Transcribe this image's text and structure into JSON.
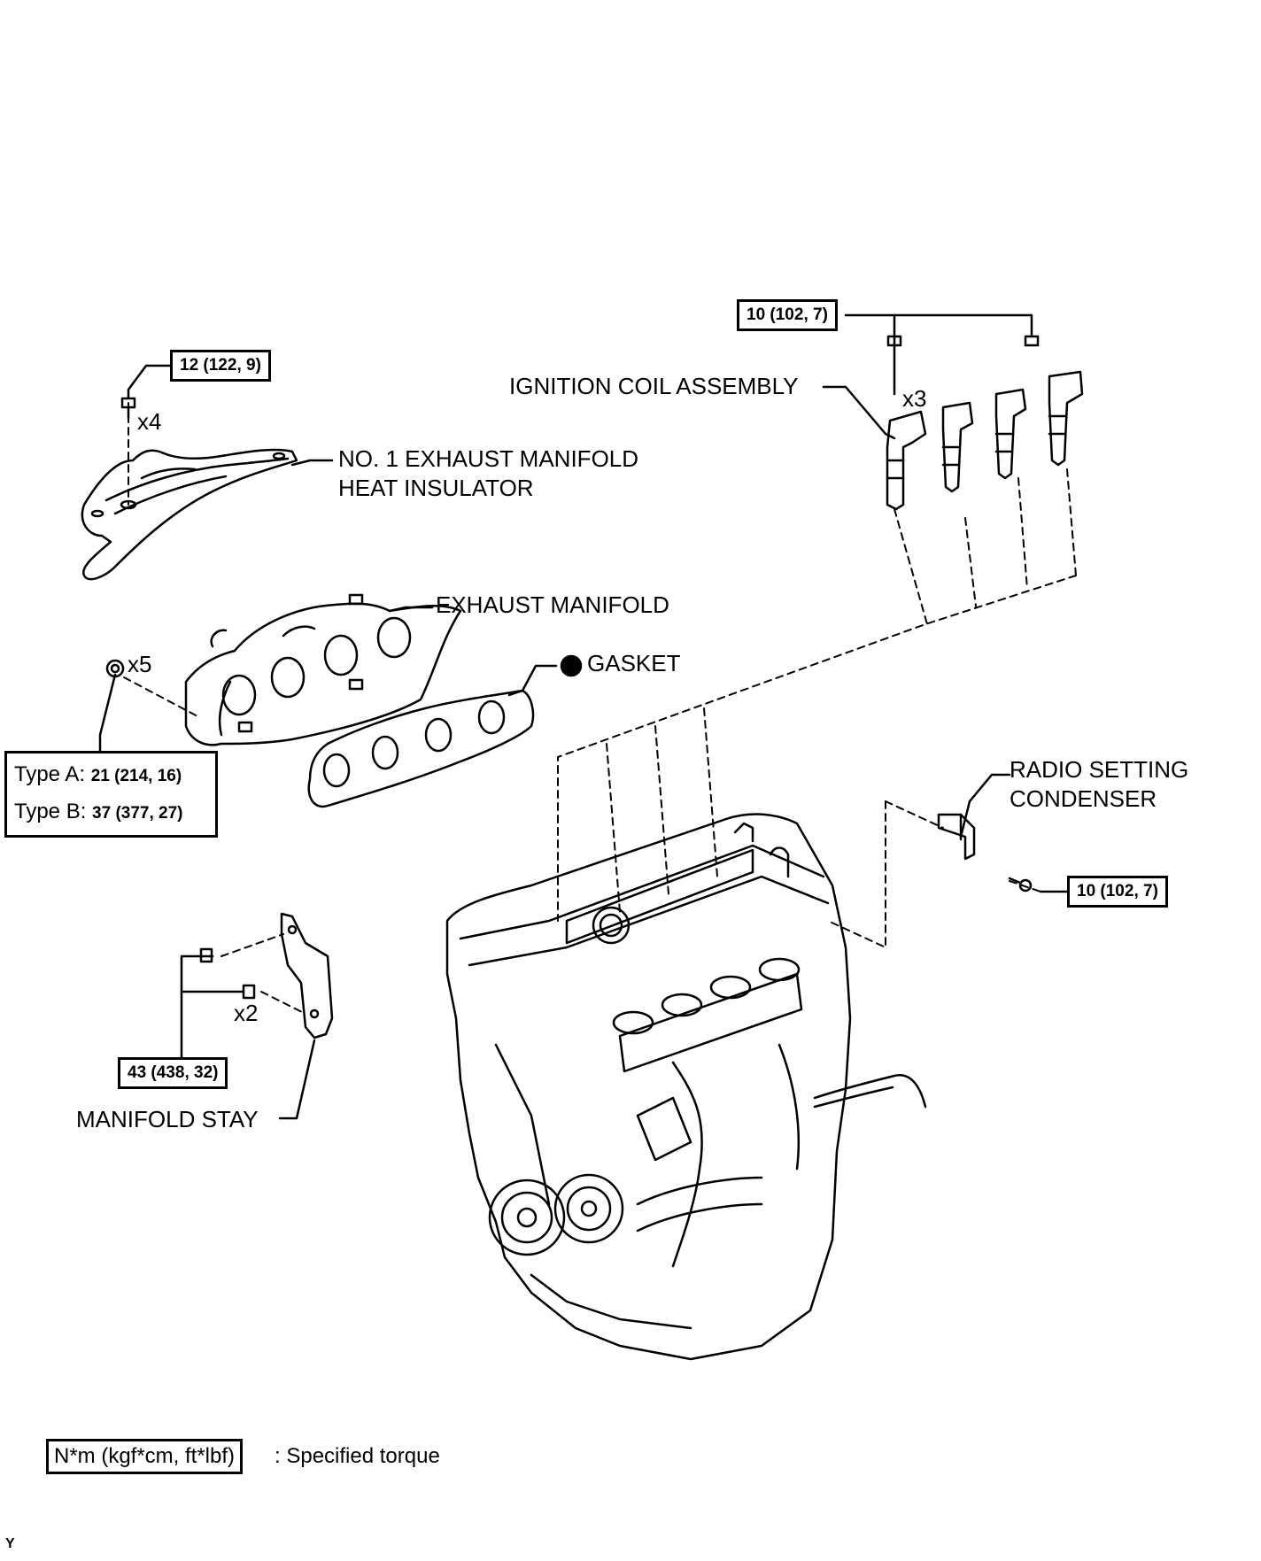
{
  "torque": {
    "heat_insulator_bolt": "12 (122, 9)",
    "ignition_coil_bolt": "10 (102, 7)",
    "condenser_bolt": "10 (102, 7)",
    "manifold_stay_bolt": "43 (438, 32)"
  },
  "quantities": {
    "heat_insulator_bolts": "x4",
    "ignition_coil_bolts": "x3",
    "manifold_nuts": "x5",
    "stay_bolts": "x2"
  },
  "labels": {
    "ignition_coil": "IGNITION COIL ASSEMBLY",
    "heat_insulator_line1": "NO. 1 EXHAUST MANIFOLD",
    "heat_insulator_line2": "HEAT INSULATOR",
    "exhaust_manifold": "EXHAUST MANIFOLD",
    "gasket": "GASKET",
    "radio_condenser_line1": "RADIO SETTING",
    "radio_condenser_line2": "CONDENSER",
    "manifold_stay": "MANIFOLD STAY"
  },
  "nut_torque": {
    "type_a_label": "Type A:",
    "type_a_value": "21 (214, 16)",
    "type_b_label": "Type B:",
    "type_b_value": "37 (377, 27)"
  },
  "legend": {
    "unit": "N*m (kgf*cm, ft*lbf)",
    "meaning": ": Specified torque"
  },
  "page_code": "Y"
}
